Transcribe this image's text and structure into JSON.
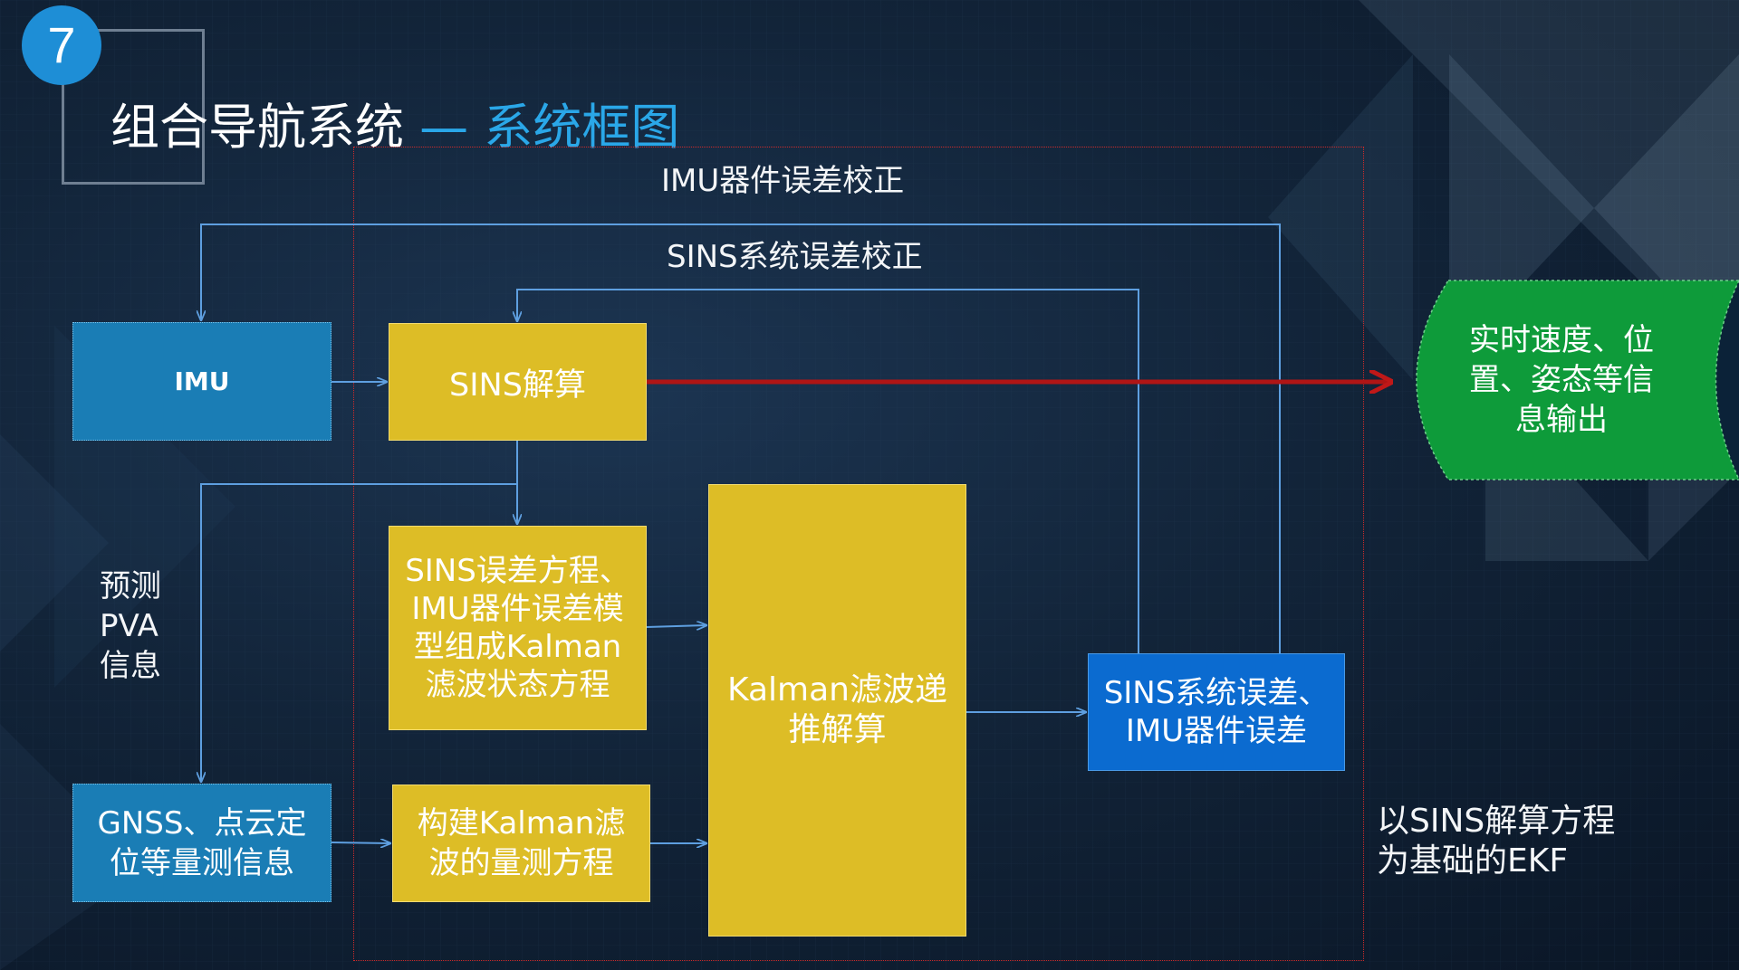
{
  "slide": {
    "number": "7",
    "title": "组合导航系统",
    "title_dash": "—",
    "subtitle": "系统框图"
  },
  "diagram": {
    "frame_label_top": "IMU器件误差校正",
    "frame_label_second": "SINS系统误差校正",
    "nodes": {
      "imu": "IMU",
      "sins_calc": "SINS解算",
      "sins_err_model": [
        "SINS误差方程、",
        "IMU器件误差模",
        "型组成Kalman",
        "滤波状态方程"
      ],
      "kalman_meas": [
        "构建Kalman滤",
        "波的量测方程"
      ],
      "kalman_filter": [
        "Kalman滤波递",
        "推解算"
      ],
      "error_output": [
        "SINS系统误差、",
        "IMU器件误差"
      ],
      "gnss": [
        "GNSS、点云定",
        "位等量测信息"
      ],
      "output": [
        "实时速度、位",
        "置、姿态等信",
        "息输出"
      ]
    },
    "labels": {
      "pva": [
        "预测",
        "PVA",
        "信息"
      ],
      "ekf_note": [
        "以SINS解算方程",
        "为基础的EKF"
      ]
    },
    "colors": {
      "imu_box": "#1a7db5",
      "yellow_box": "#ddbd26",
      "error_box": "#0b6bd0",
      "output_shape": "#0e9b3a",
      "main_arrow": "#b01515",
      "connector": "#5e9fe0",
      "frame_border": "#cc2a2a",
      "subtitle": "#2aa7e8"
    }
  }
}
